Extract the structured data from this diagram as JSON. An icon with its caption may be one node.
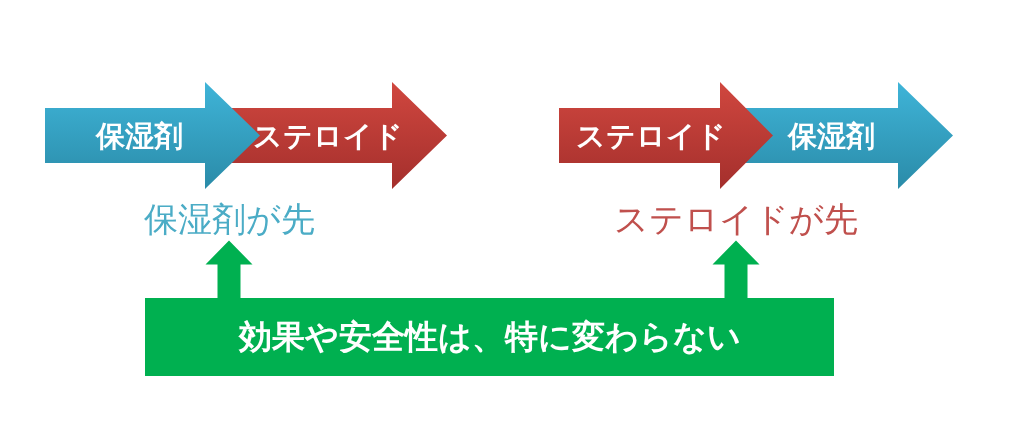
{
  "diagram": {
    "nodes": [
      {
        "text": [
          "保湿剤"
        ]
      },
      {
        "text": [
          "ステロイド"
        ]
      },
      {
        "text": [
          "ステロイド"
        ]
      },
      {
        "text": [
          "保湿剤"
        ]
      },
      {
        "text": [
          "保湿剤が先"
        ]
      },
      {
        "text": [
          "ステロイドが先"
        ]
      },
      {
        "text": [
          "効果や安全性は、特に変わらない"
        ]
      }
    ],
    "edges": [
      {
        "from": 6,
        "to": 4,
        "arrow": "to"
      },
      {
        "from": 6,
        "to": 5,
        "arrow": "to"
      }
    ]
  }
}
